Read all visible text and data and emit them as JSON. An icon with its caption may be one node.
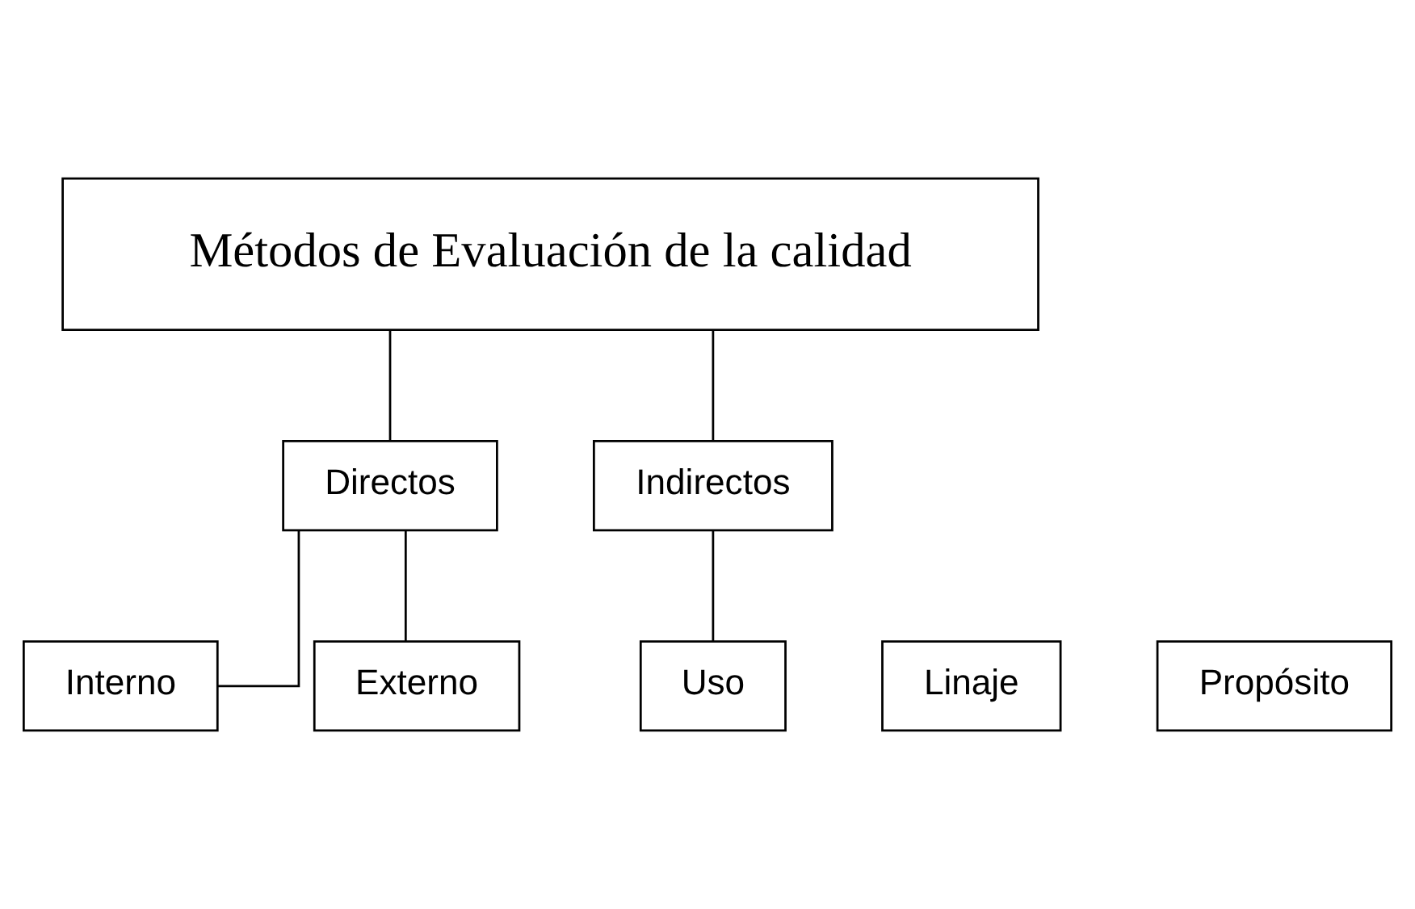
{
  "diagram": {
    "nodes": [
      {
        "text": [
          "Métodos de Evaluación de la calidad"
        ]
      },
      {
        "text": [
          "Directos"
        ]
      },
      {
        "text": [
          "Indirectos"
        ]
      },
      {
        "text": [
          "Interno"
        ]
      },
      {
        "text": [
          "Externo"
        ]
      },
      {
        "text": [
          "Uso"
        ]
      },
      {
        "text": [
          "Linaje"
        ]
      },
      {
        "text": [
          "Propósito"
        ]
      }
    ],
    "edges": [
      {
        "from": 0,
        "to": 1,
        "arrow": "none"
      },
      {
        "from": 0,
        "to": 2,
        "arrow": "none"
      },
      {
        "from": 1,
        "to": 3,
        "arrow": "none"
      },
      {
        "from": 1,
        "to": 4,
        "arrow": "none"
      },
      {
        "from": 2,
        "to": 5,
        "arrow": "none"
      }
    ]
  }
}
